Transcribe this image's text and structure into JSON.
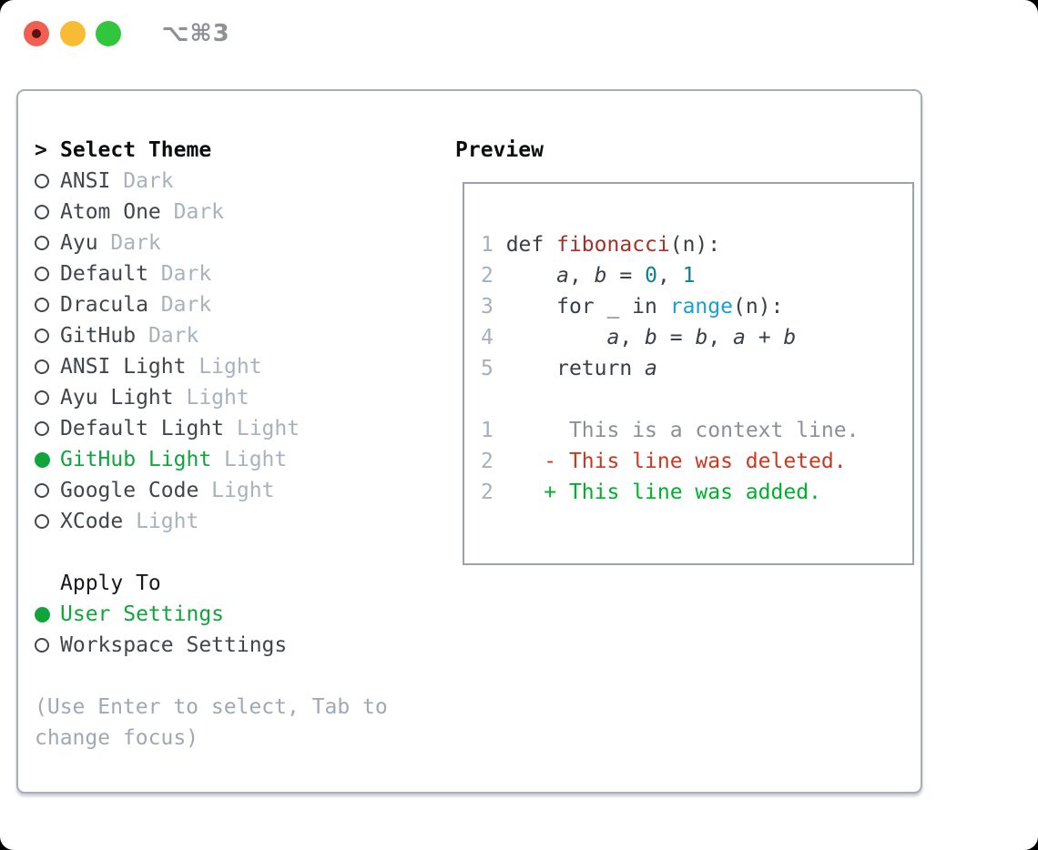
{
  "window": {
    "title": "⌥⌘3",
    "traffic_lights": [
      "close",
      "minimize",
      "zoom"
    ],
    "close_has_unsaved_dot": true
  },
  "colors": {
    "selection_green": "#0fa53a",
    "added_green": "#00b02c",
    "deleted_red": "#c83a20",
    "function_red": "#a53125",
    "number_teal": "#0d7f8c",
    "call_blue": "#189ed8",
    "muted_gray": "#a8b2bd",
    "text_dark": "#383f47",
    "panel_border": "#a7aeb8",
    "box_border": "#9aa2ac",
    "traffic_red": "#f15e52",
    "traffic_yellow": "#f7bc33",
    "traffic_green": "#32c63f"
  },
  "picker": {
    "cursor": ">",
    "header": "Select Theme",
    "themes": [
      {
        "name": "ANSI",
        "variant": "Dark",
        "selected": false
      },
      {
        "name": "Atom One",
        "variant": "Dark",
        "selected": false
      },
      {
        "name": "Ayu",
        "variant": "Dark",
        "selected": false
      },
      {
        "name": "Default",
        "variant": "Dark",
        "selected": false
      },
      {
        "name": "Dracula",
        "variant": "Dark",
        "selected": false
      },
      {
        "name": "GitHub",
        "variant": "Dark",
        "selected": false
      },
      {
        "name": "ANSI Light",
        "variant": "Light",
        "selected": false
      },
      {
        "name": "Ayu Light",
        "variant": "Light",
        "selected": false
      },
      {
        "name": "Default Light",
        "variant": "Light",
        "selected": false
      },
      {
        "name": "GitHub Light",
        "variant": "Light",
        "selected": true
      },
      {
        "name": "Google Code",
        "variant": "Light",
        "selected": false
      },
      {
        "name": "XCode",
        "variant": "Light",
        "selected": false
      }
    ],
    "apply_to": {
      "header": "Apply To",
      "options": [
        {
          "label": "User Settings",
          "selected": true
        },
        {
          "label": "Workspace Settings",
          "selected": false
        }
      ]
    },
    "hint_lines": [
      "(Use Enter to select, Tab to",
      "change focus)"
    ]
  },
  "preview": {
    "header": "Preview",
    "lines": [
      {
        "tokens": []
      },
      {
        "tokens": [
          {
            "t": "1",
            "c": "ln"
          },
          {
            "t": " def ",
            "c": "code"
          },
          {
            "t": "fibonacci",
            "c": "fn"
          },
          {
            "t": "(n):",
            "c": "code"
          }
        ]
      },
      {
        "tokens": [
          {
            "t": "2",
            "c": "ln"
          },
          {
            "t": "     ",
            "c": "code"
          },
          {
            "t": "a",
            "c": "var"
          },
          {
            "t": ", ",
            "c": "code"
          },
          {
            "t": "b",
            "c": "var"
          },
          {
            "t": " = ",
            "c": "code"
          },
          {
            "t": "0",
            "c": "num"
          },
          {
            "t": ", ",
            "c": "code"
          },
          {
            "t": "1",
            "c": "num"
          }
        ]
      },
      {
        "tokens": [
          {
            "t": "3",
            "c": "ln"
          },
          {
            "t": "     for _ in ",
            "c": "code"
          },
          {
            "t": "range",
            "c": "call"
          },
          {
            "t": "(n):",
            "c": "code"
          }
        ]
      },
      {
        "tokens": [
          {
            "t": "4",
            "c": "ln"
          },
          {
            "t": "         ",
            "c": "code"
          },
          {
            "t": "a",
            "c": "var"
          },
          {
            "t": ", ",
            "c": "code"
          },
          {
            "t": "b",
            "c": "var"
          },
          {
            "t": " = ",
            "c": "code"
          },
          {
            "t": "b",
            "c": "var"
          },
          {
            "t": ", ",
            "c": "code"
          },
          {
            "t": "a",
            "c": "var"
          },
          {
            "t": " + ",
            "c": "code"
          },
          {
            "t": "b",
            "c": "var"
          }
        ]
      },
      {
        "tokens": [
          {
            "t": "5",
            "c": "ln"
          },
          {
            "t": "     return ",
            "c": "code"
          },
          {
            "t": "a",
            "c": "var"
          }
        ]
      },
      {
        "tokens": []
      },
      {
        "tokens": [
          {
            "t": "1",
            "c": "ln"
          },
          {
            "t": "      ",
            "c": "code"
          },
          {
            "t": "This is a context line.",
            "c": "ctx"
          }
        ]
      },
      {
        "tokens": [
          {
            "t": "2",
            "c": "ln"
          },
          {
            "t": "    ",
            "c": "code"
          },
          {
            "t": "- This line was deleted.",
            "c": "del"
          }
        ]
      },
      {
        "tokens": [
          {
            "t": "2",
            "c": "ln"
          },
          {
            "t": "    ",
            "c": "code"
          },
          {
            "t": "+ This line was added.",
            "c": "add"
          }
        ]
      },
      {
        "tokens": []
      }
    ]
  }
}
